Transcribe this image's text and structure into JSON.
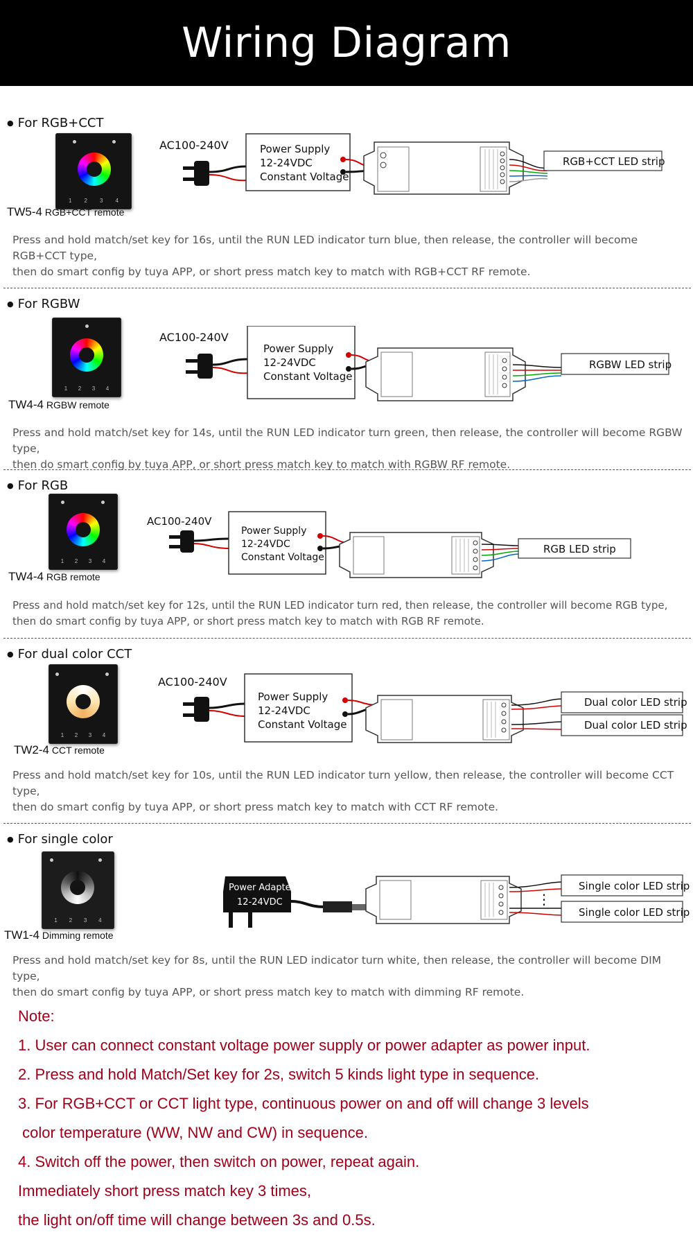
{
  "header": {
    "title": "Wiring Diagram"
  },
  "common": {
    "ac_label": "AC100-240V",
    "ps_line1": "Power Supply",
    "ps_line2": "12-24VDC",
    "ps_line3": "Constant Voltage"
  },
  "sections": [
    {
      "title": "For RGB+CCT",
      "remote_model": "TW5-4",
      "remote_name": "RGB+CCT remote",
      "strip_label": "RGB+CCT LED strip",
      "desc_line1": "Press and hold match/set key for 16s, until the RUN LED indicator turn blue, then release, the controller will become RGB+CCT type,",
      "desc_line2": "then do smart config by tuya APP, or short press match key to match with RGB+CCT RF remote."
    },
    {
      "title": "For RGBW",
      "remote_model": "TW4-4",
      "remote_name": "RGBW remote",
      "strip_label": "RGBW LED strip",
      "desc_line1": "Press and hold match/set key for 14s, until the RUN LED indicator turn green, then release, the controller will become RGBW type,",
      "desc_line2": "then do smart config by tuya APP, or short press match key to match with RGBW RF remote."
    },
    {
      "title": "For RGB",
      "remote_model": "TW4-4",
      "remote_name": "RGB remote",
      "strip_label": "RGB LED strip",
      "desc_line1": "Press and hold match/set key for 12s, until the RUN LED indicator turn red, then release, the controller will become RGB type,",
      "desc_line2": "then do smart config by tuya APP, or short press match key to match with RGB RF remote."
    },
    {
      "title": "For dual color CCT",
      "remote_model": "TW2-4",
      "remote_name": "CCT remote",
      "strip_label": "Dual color LED strip",
      "desc_line1": "Press and hold match/set key for 10s, until the RUN LED indicator turn yellow, then release, the controller will become CCT type,",
      "desc_line2": "then do smart config by tuya APP, or short press match key to match with CCT RF remote."
    },
    {
      "title": "For single color",
      "remote_model": "TW1-4",
      "remote_name": "Dimming remote",
      "strip_label": "Single color LED strip",
      "adapter_line1": "Power Adapter",
      "adapter_line2": "12-24VDC",
      "desc_line1": "Press and hold match/set key for 8s, until the RUN LED indicator turn white, then release, the controller will become DIM type,",
      "desc_line2": "then do smart config by tuya APP, or short press match key to match with dimming RF remote."
    }
  ],
  "notes": [
    "Note:",
    "1. User can connect constant voltage power supply or power adapter as power input.",
    "2. Press and hold Match/Set key for 2s, switch 5 kinds light type in sequence.",
    "3. For RGB+CCT or CCT light type, continuous power on and off will change 3 levels",
    " color temperature (WW, NW and CW) in sequence.",
    "4. Switch off the power, then switch on power, repeat again.",
    "Immediately short press match key 3 times,",
    "the light on/off time will change between 3s and 0.5s."
  ],
  "colors": {
    "note_red": "#a0001a",
    "wire_red": "#d40000"
  }
}
